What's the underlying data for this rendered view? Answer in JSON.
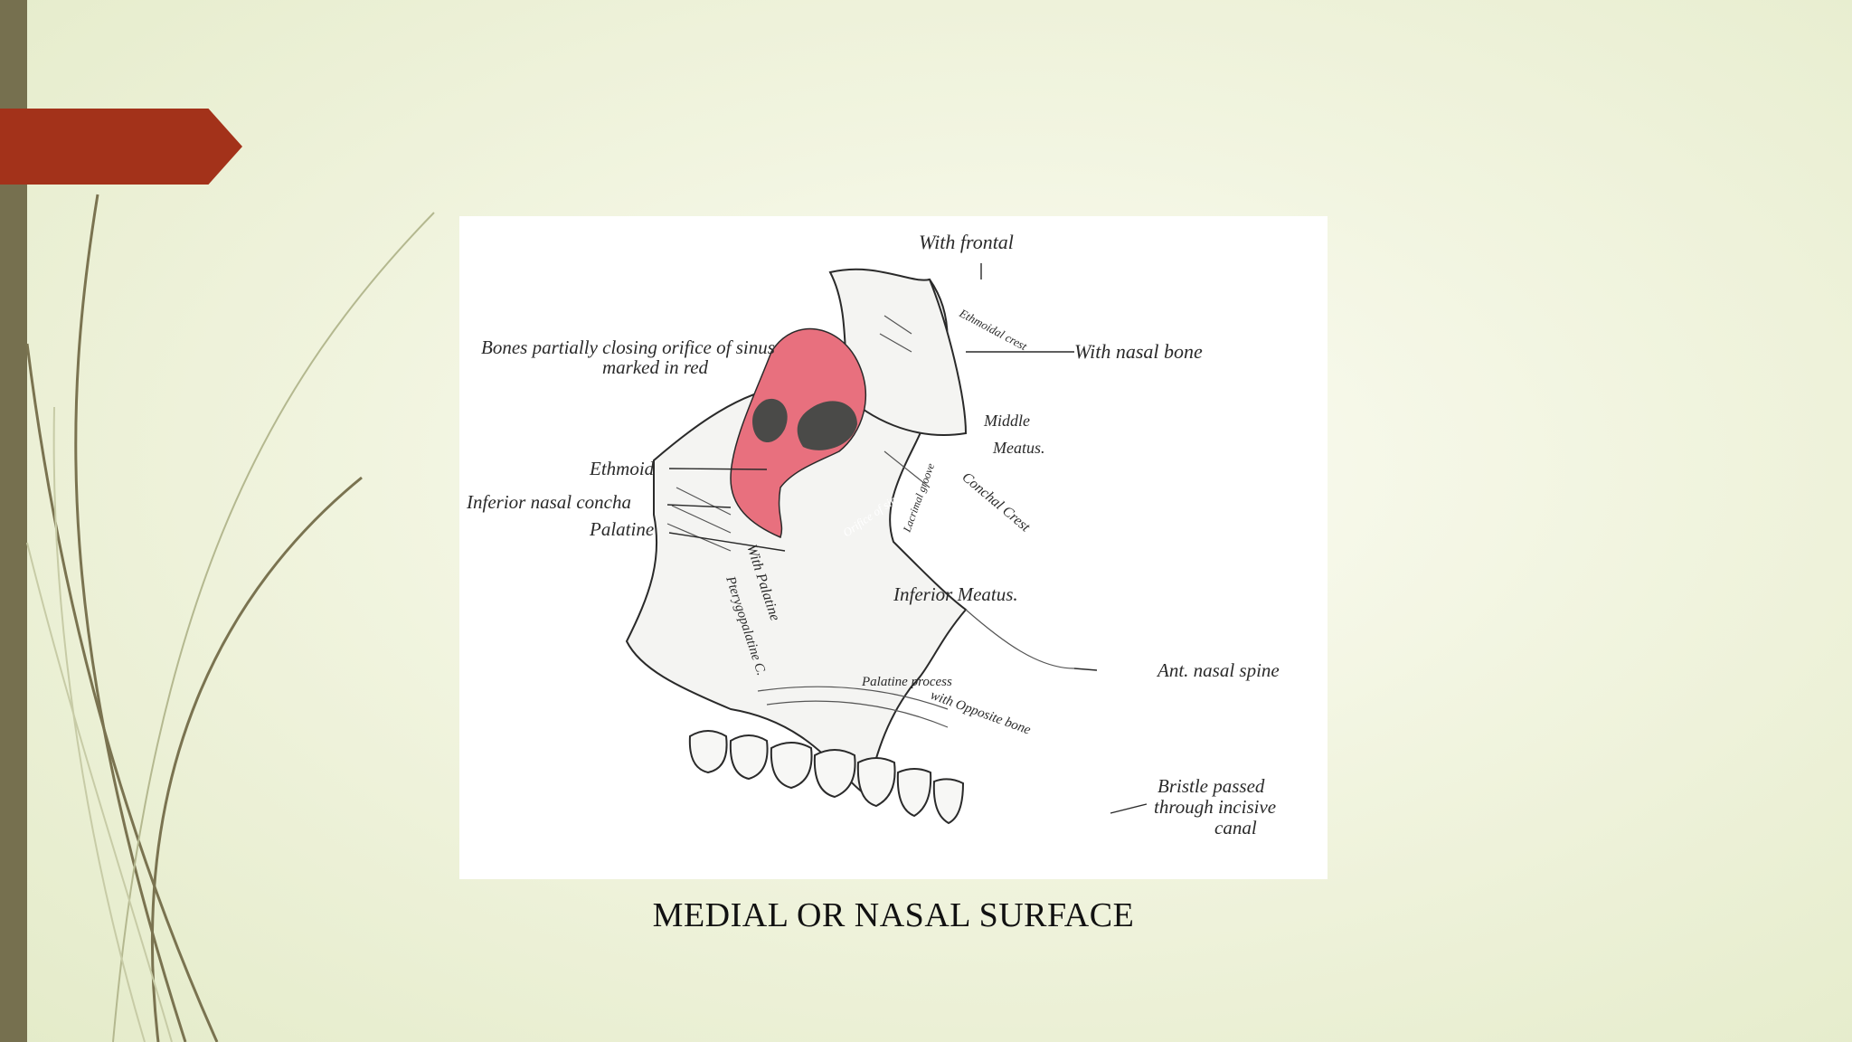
{
  "figure": {
    "labels": {
      "with_frontal": "With frontal",
      "with_nasal_bone": "With nasal bone",
      "bones_note_line1": "Bones partially closing orifice of sinus",
      "bones_note_line2": "marked in red",
      "ethmoid": "Ethmoid",
      "inferior_nasal_concha": "Inferior nasal concha",
      "palatine": "Palatine",
      "ethmoidal_crest": "Ethmoidal crest",
      "middle_meatus_1": "Middle",
      "middle_meatus_2": "Meatus.",
      "conchal_crest": "Conchal Crest",
      "lacrimal_groove": "Lacrimal groove",
      "orifice_sinus": "Orifice of sinus",
      "inferior_meatus": "Inferior Meatus.",
      "greater_palatine": "With Palatine",
      "pterygopalatine_c": "Pterygopalatine C.",
      "palatine_process": "Palatine process",
      "with_opposite_bone": "with Opposite bone",
      "ant_nasal_spine": "Ant. nasal spine",
      "bristle_1": "Bristle passed",
      "bristle_2": "through incisive",
      "bristle_3": "canal"
    },
    "colors": {
      "sinus_highlight": "#e8707e",
      "sinus_dark": "#4a4a48",
      "ink": "#2a2a2a",
      "accent_tab": "#a3321a",
      "left_strip": "#76704f"
    }
  },
  "caption": "MEDIAL OR NASAL SURFACE"
}
